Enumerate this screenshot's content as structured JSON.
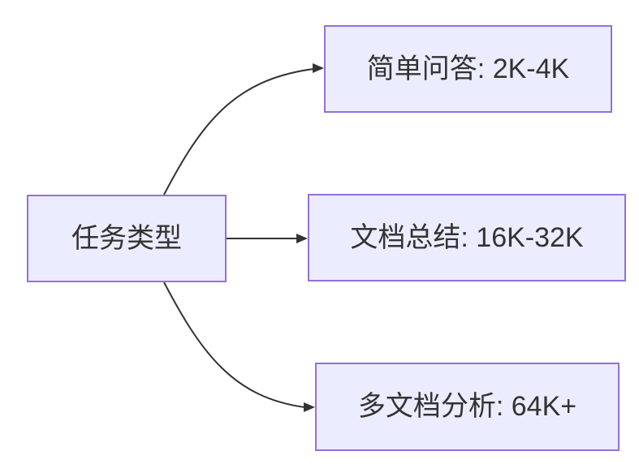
{
  "diagram": {
    "type": "flowchart",
    "direction": "left-to-right",
    "root": {
      "id": "task-type",
      "label": "任务类型"
    },
    "children": [
      {
        "id": "simple-qa",
        "label": "简单问答: 2K-4K"
      },
      {
        "id": "doc-summary",
        "label": "文档总结: 16K-32K"
      },
      {
        "id": "multi-doc",
        "label": "多文档分析: 64K+"
      }
    ],
    "edges": [
      {
        "from": "task-type",
        "to": "simple-qa"
      },
      {
        "from": "task-type",
        "to": "doc-summary"
      },
      {
        "from": "task-type",
        "to": "multi-doc"
      }
    ]
  },
  "colors": {
    "node-fill": "#ECECFF",
    "node-border": "#9370DB",
    "edge": "#333333",
    "text": "#333333",
    "background": "#FFFFFF"
  }
}
